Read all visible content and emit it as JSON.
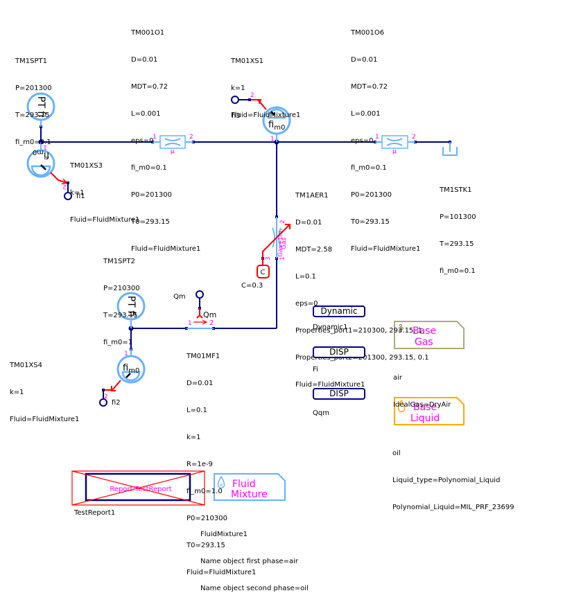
{
  "colors": {
    "wire": "#000080",
    "component": "#66b2ff",
    "signal": "#ff0000",
    "port_label": "#ff00ff",
    "gas_border": "#aaaa80",
    "liquid_border": "#ffaa00",
    "mixture_border": "#66b2ff",
    "text": "#000000"
  },
  "components": {
    "tm1spt1": {
      "lines": [
        "TM1SPT1",
        "P=201300",
        "T=293.15",
        "fi_m0=0.1"
      ],
      "icon_text": "PT fi"
    },
    "tm001o1": {
      "lines": [
        "TM001O1",
        "D=0.01",
        "MDT=0.72",
        "L=0.001",
        "eps=0",
        "fi_m0=0.1",
        "P0=201300",
        "T0=293.15",
        "Fluid=FluidMixture1"
      ],
      "icon_text": "μ",
      "port1": "1",
      "port2": "2"
    },
    "tm01xs1": {
      "lines": [
        "TM01XS1",
        "k=1",
        "Fluid=FluidMixture1"
      ],
      "icon_text": "fi",
      "icon_sub": "m0",
      "port1": "1",
      "port2": "2"
    },
    "tm001o6": {
      "lines": [
        "TM001O6",
        "D=0.01",
        "MDT=0.72",
        "L=0.001",
        "eps=0",
        "fi_m0=0.1",
        "P0=201300",
        "T0=293.15",
        "Fluid=FluidMixture1"
      ],
      "icon_text": "μ",
      "port1": "1",
      "port2": "2"
    },
    "tm01xs3": {
      "lines": [
        "TM01XS3",
        "k=1",
        "Fluid=FluidMixture1"
      ],
      "icon_text": "fi",
      "icon_sub": "m0",
      "port1": "1",
      "port2": "2"
    },
    "fi1": {
      "label": "fi1"
    },
    "fi3": {
      "label": "fi3"
    },
    "fi2": {
      "label": "fi2"
    },
    "tm1stk1": {
      "lines": [
        "TM1STK1",
        "P=101300",
        "T=293.15",
        "fi_m0=0.1"
      ]
    },
    "tm1aer1": {
      "lines": [
        "TM1AER1",
        "D=0.01",
        "MDT=2.58",
        "L=0.1",
        "eps=0",
        "Properties_port1=210300, 293.15, 1",
        "Properties_port2=201300, 293.15, 0.1",
        "Fluid=FluidMixture1"
      ],
      "label_top": "Gas+Liq.",
      "label_bottom": "Gas",
      "port1": "1",
      "port2": "2",
      "port3": "3"
    },
    "const": {
      "label": "C=0.3",
      "icon_text": "C"
    },
    "tm1spt2": {
      "lines": [
        "TM1SPT2",
        "P=210300",
        "T=293.15",
        "fi_m0=1"
      ],
      "icon_text": "PT fi"
    },
    "qm_sensor": {
      "label": "Qm",
      "icon_text": "Qm"
    },
    "tm01mf1": {
      "lines": [
        "TM01MF1",
        "D=0.01",
        "L=0.1",
        "k=1",
        "R=1e-9",
        "fi_m0=1.0",
        "P0=210300",
        "T0=293.15",
        "Fluid=FluidMixture1"
      ],
      "port1": "1",
      "port2": "2"
    },
    "tm01xs4": {
      "lines": [
        "TM01XS4",
        "k=1",
        "Fluid=FluidMixture1"
      ],
      "icon_text": "fi",
      "icon_sub": "m0",
      "port1": "1",
      "port2": "2"
    },
    "dynamic": {
      "button": "Dynamic",
      "label": "Dynamic1"
    },
    "disp_fi": {
      "button": "DISP",
      "label": "Fi"
    },
    "disp_qqm": {
      "button": "DISP",
      "label": "Qqm"
    },
    "base_gas": {
      "title1": "Base",
      "title2": "Gas",
      "lines": [
        "air",
        "IdealGas=DryAir"
      ]
    },
    "base_liquid": {
      "title1": "Base",
      "title2": "Liquid",
      "lines": [
        "oil",
        "Liquid_type=Polynomial_Liquid",
        "Polynomial_Liquid=MIL_PRF_23699"
      ]
    },
    "report": {
      "icon_text": "Report:TestReport",
      "label": "TestReport1"
    },
    "fluid_mixture": {
      "title1": "Fluid",
      "title2": "Mixture",
      "lines": [
        "FluidMixture1",
        "Name object first phase=air",
        "Name object second phase=oil"
      ]
    }
  }
}
